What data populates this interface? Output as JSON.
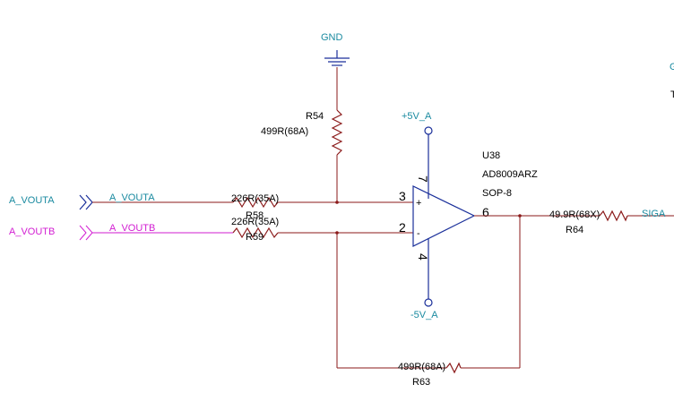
{
  "nets": {
    "gnd": "GND",
    "vpos": "+5V_A",
    "vneg": "-5V_A",
    "in_a_port": "A_VOUTA",
    "in_a_wire": "A_VOUTA",
    "in_b_port": "A_VOUTB",
    "in_b_wire": "A_VOUTB",
    "out": "SIGA",
    "edge_top": "G",
    "edge_mid": "T"
  },
  "opamp": {
    "ref": "U38",
    "part": "AD8009ARZ",
    "package": "SOP-8",
    "pin_plus": "3",
    "pin_minus": "2",
    "pin_out": "6",
    "pin_vpos": "7",
    "pin_vneg": "4",
    "sign_plus": "+",
    "sign_minus": "-"
  },
  "resistors": {
    "r54": {
      "ref": "R54",
      "value": "499R(68A)"
    },
    "r58": {
      "ref": "R58",
      "value": "226R(35A)"
    },
    "r59": {
      "ref": "R59",
      "value": "226R(35A)"
    },
    "r63": {
      "ref": "R63",
      "value": "499R(68A)"
    },
    "r64": {
      "ref": "R64",
      "value": "49.9R(68X)"
    }
  },
  "colors": {
    "wire": "#8b1a1a",
    "wire_b": "#d21ed2",
    "component": "#1a2f9a",
    "net_label": "#1a8aa0"
  }
}
